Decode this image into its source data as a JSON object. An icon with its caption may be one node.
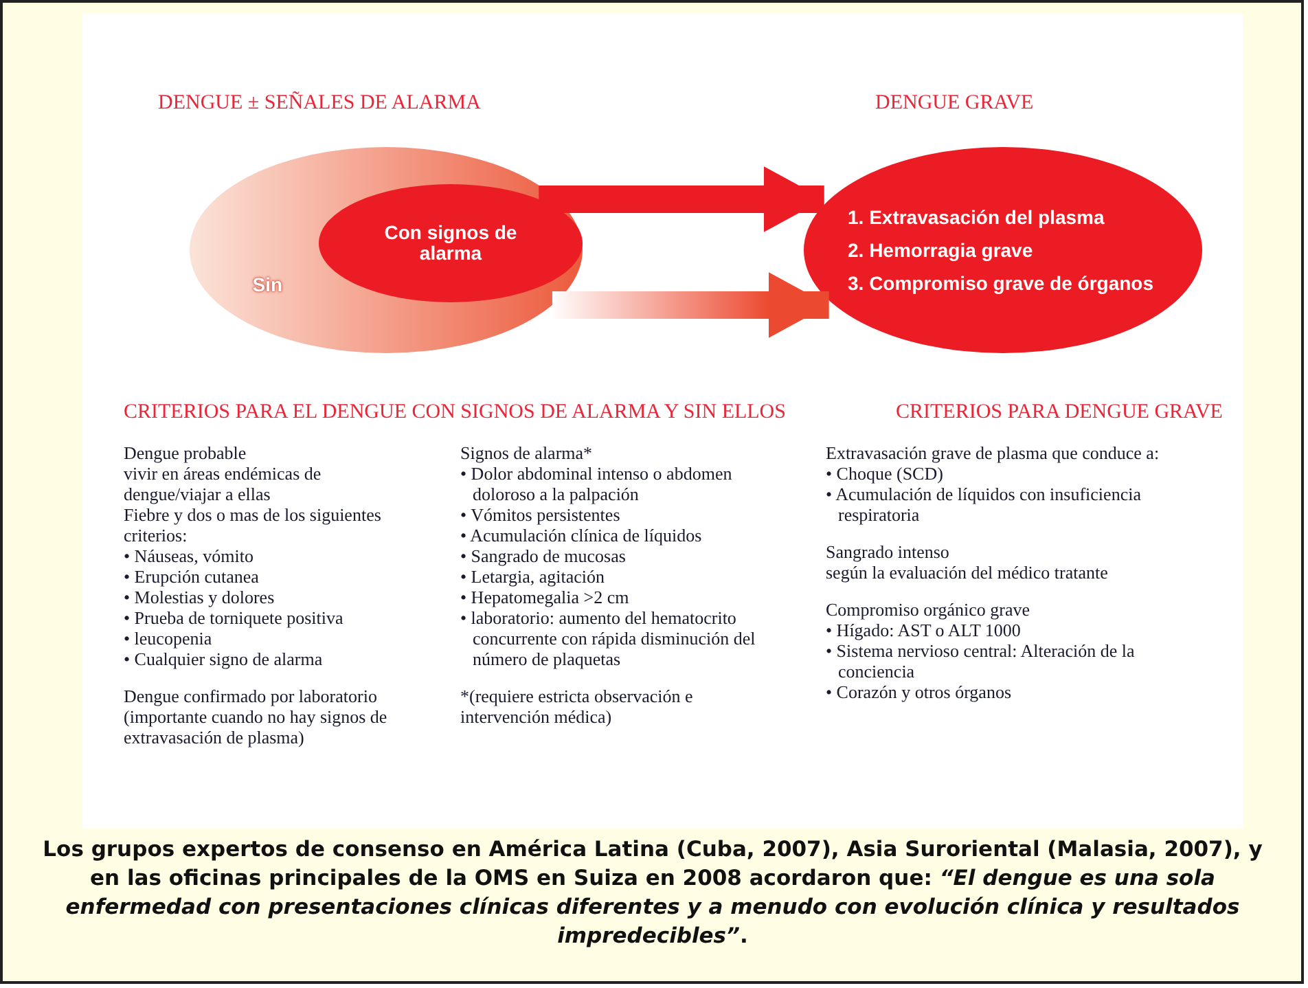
{
  "diagram": {
    "caption": "Los grupos expertos de consenso en América Latina (Cuba, 2007), Asia Suroriental (Malasia, 2007), y en las oficinas principales de la OMS en Suiza en 2008 acordaron que: *“El dengue es una sola enfermedad con presentaciones clínicas diferentes y a menudo con evolución clínica y resultados impredecibles”*.",
    "nodes": [
      {
        "text": [
          "Sin"
        ]
      },
      {
        "text": [
          "Con signos de alarma"
        ],
        "in": 0
      },
      {
        "text": [
          "1. Extravasación del plasma",
          "2. Hemorragia grave",
          "3. Compromiso grave de órganos"
        ]
      }
    ],
    "edges": [
      {
        "from": 1,
        "to": 2,
        "arrow": "to"
      },
      {
        "from": 0,
        "to": 2,
        "arrow": "to"
      }
    ],
    "labels": [
      "DENGUE ± SEÑALES DE ALARMA",
      "DENGUE GRAVE",
      "CRITERIOS PARA EL DENGUE CON SIGNOS DE ALARMA Y SIN ELLOS",
      "CRITERIOS PARA DENGUE GRAVE",
      "Dengue probable",
      "vivir en áreas endémicas de dengue/viajar a ellas",
      "Fiebre y dos o mas de los siguientes criterios:",
      "• Náuseas, vómito",
      "• Erupción cutanea",
      "• Molestias y dolores",
      "• Prueba de torniquete positiva",
      "• leucopenia",
      "• Cualquier signo de alarma",
      "Dengue confirmado por laboratorio (importante cuando no hay signos de extravasación de plasma)",
      "Signos de alarma*",
      "• Dolor abdominal intenso o abdomen doloroso a la palpación",
      "• Vómitos persistentes",
      "• Acumulación clínica de líquidos",
      "• Sangrado de mucosas",
      "• Letargia, agitación",
      "• Hepatomegalia >2 cm",
      "• laboratorio: aumento del hematocrito concurrente con rápida disminución del número de plaquetas",
      "*(requiere estricta observación e intervención médica)",
      "Extravasación grave de plasma que conduce a:",
      "• Choque (SCD)",
      "• Acumulación de líquidos con insuficiencia respiratoria",
      "Sangrado intenso",
      "según la evaluación del médico tratante",
      "Compromiso orgánico grave",
      "• Hígado: AST o ALT 1000",
      "• Sistema nervioso central: Alteración de la conciencia",
      "• Corazón y otros órganos"
    ]
  }
}
